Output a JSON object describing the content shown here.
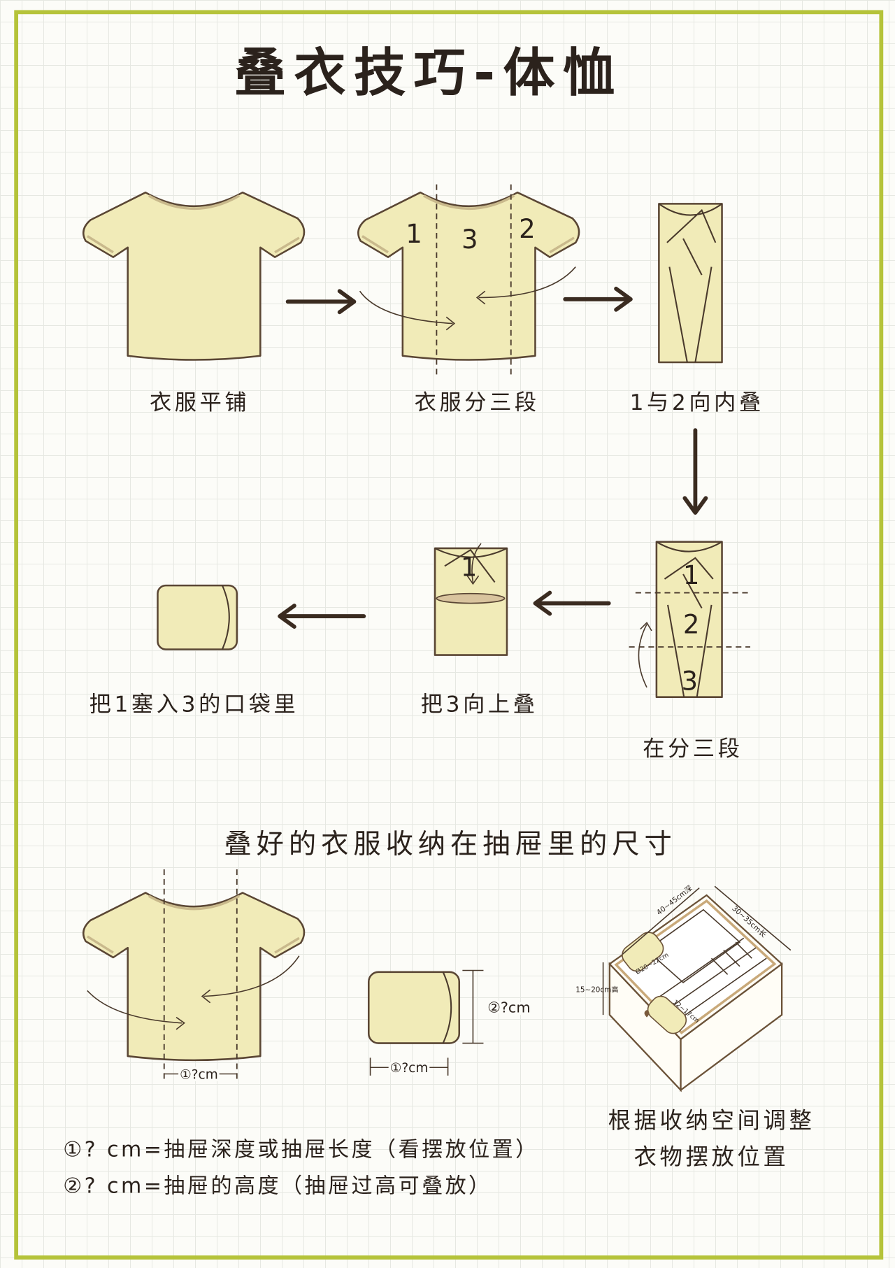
{
  "title": "叠衣技巧-体恤",
  "steps": [
    {
      "caption": "衣服平铺"
    },
    {
      "caption": "衣服分三段",
      "labels": [
        "1",
        "3",
        "2"
      ]
    },
    {
      "caption": "1与2向内叠"
    },
    {
      "caption": "在分三段",
      "labels": [
        "1",
        "2",
        "3"
      ]
    },
    {
      "caption": "把3向上叠",
      "labels": [
        "1"
      ]
    },
    {
      "caption": "把1塞入3的口袋里"
    }
  ],
  "subtitle": "叠好的衣服收纳在抽屉里的尺寸",
  "measurements": {
    "shirt_width": "①?cm",
    "roll_height": "②?cm",
    "roll_width": "①?cm"
  },
  "drawer": {
    "depth": "40~45cm深",
    "length": "30~35cm长",
    "height": "15~20cm高",
    "roll_diameter": "Ø20~22cm",
    "roll_width": "12~17cm"
  },
  "notes": [
    "①? cm=抽屉深度或抽屉长度（看摆放位置）",
    "②? cm=抽屉的高度（抽屉过高可叠放）"
  ],
  "tip": [
    "根据收纳空间调整",
    "衣物摆放位置"
  ],
  "colors": {
    "frame": "#b5c33a",
    "fabric": "#f1ebb8",
    "ink": "#2b221c"
  }
}
